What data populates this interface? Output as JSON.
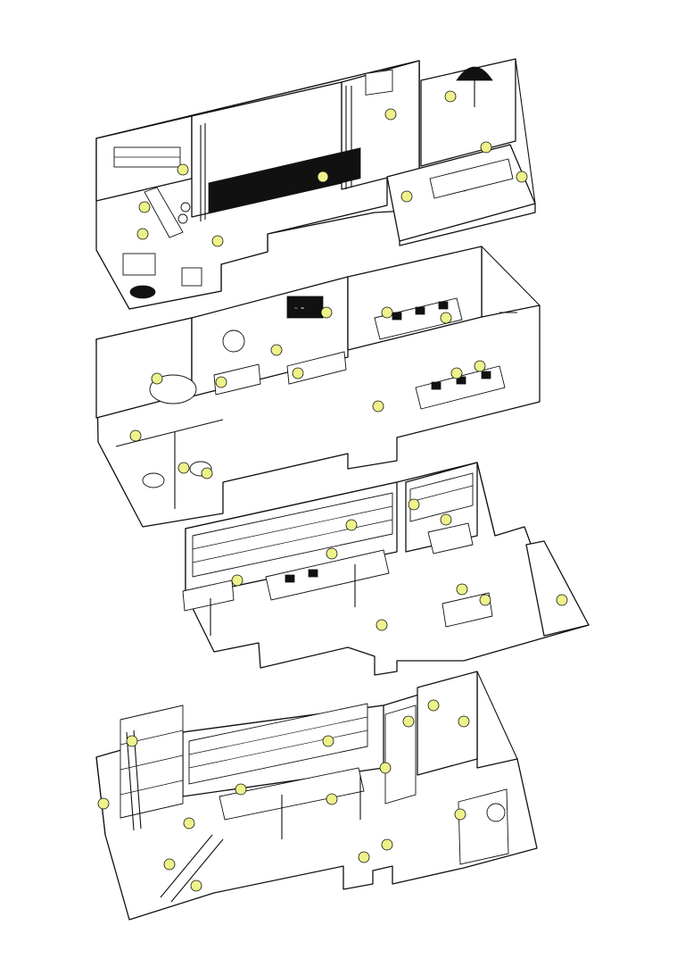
{
  "colors": {
    "accent": "#eef28a",
    "ink": "#111111",
    "paper": "#ffffff"
  },
  "floors": [
    {
      "id": "floor-1"
    },
    {
      "id": "floor-2"
    },
    {
      "id": "floor-3"
    },
    {
      "id": "floor-4"
    }
  ]
}
